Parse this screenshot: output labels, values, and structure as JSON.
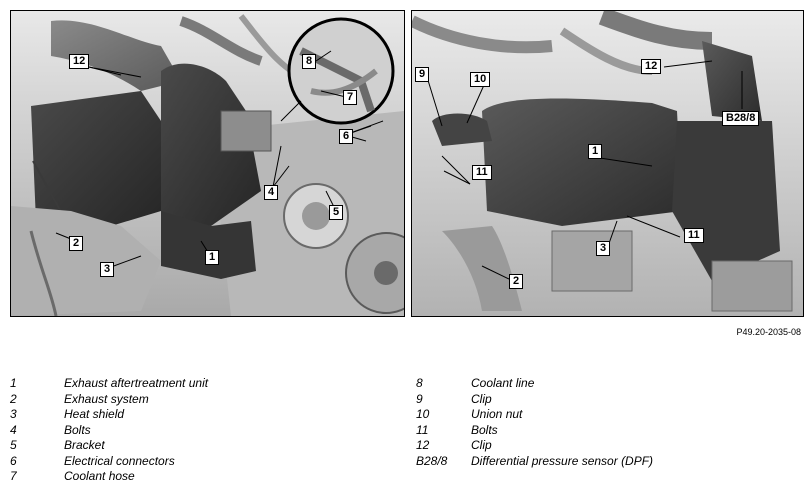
{
  "figure_ref": "P49.20-2035-08",
  "left_callouts": {
    "c12": "12",
    "c8": "8",
    "c7": "7",
    "c6": "6",
    "c4": "4",
    "c5": "5",
    "c2": "2",
    "c3": "3",
    "c1": "1"
  },
  "right_callouts": {
    "c9": "9",
    "c10": "10",
    "c12": "12",
    "cb28": "B28/8",
    "c1": "1",
    "c11a": "11",
    "c11b": "11",
    "c3": "3",
    "c2": "2"
  },
  "legend_left": [
    {
      "num": "1",
      "text": "Exhaust aftertreatment unit"
    },
    {
      "num": "2",
      "text": "Exhaust system"
    },
    {
      "num": "3",
      "text": "Heat shield"
    },
    {
      "num": "4",
      "text": "Bolts"
    },
    {
      "num": "5",
      "text": "Bracket"
    },
    {
      "num": "6",
      "text": "Electrical connectors"
    },
    {
      "num": "7",
      "text": "Coolant hose"
    }
  ],
  "legend_right": [
    {
      "num": "8",
      "text": "Coolant line"
    },
    {
      "num": "9",
      "text": "Clip"
    },
    {
      "num": "10",
      "text": "Union nut"
    },
    {
      "num": "11",
      "text": "Bolts"
    },
    {
      "num": "12",
      "text": "Clip"
    },
    {
      "num": "B28/8",
      "text": "Differential pressure sensor (DPF)"
    }
  ]
}
